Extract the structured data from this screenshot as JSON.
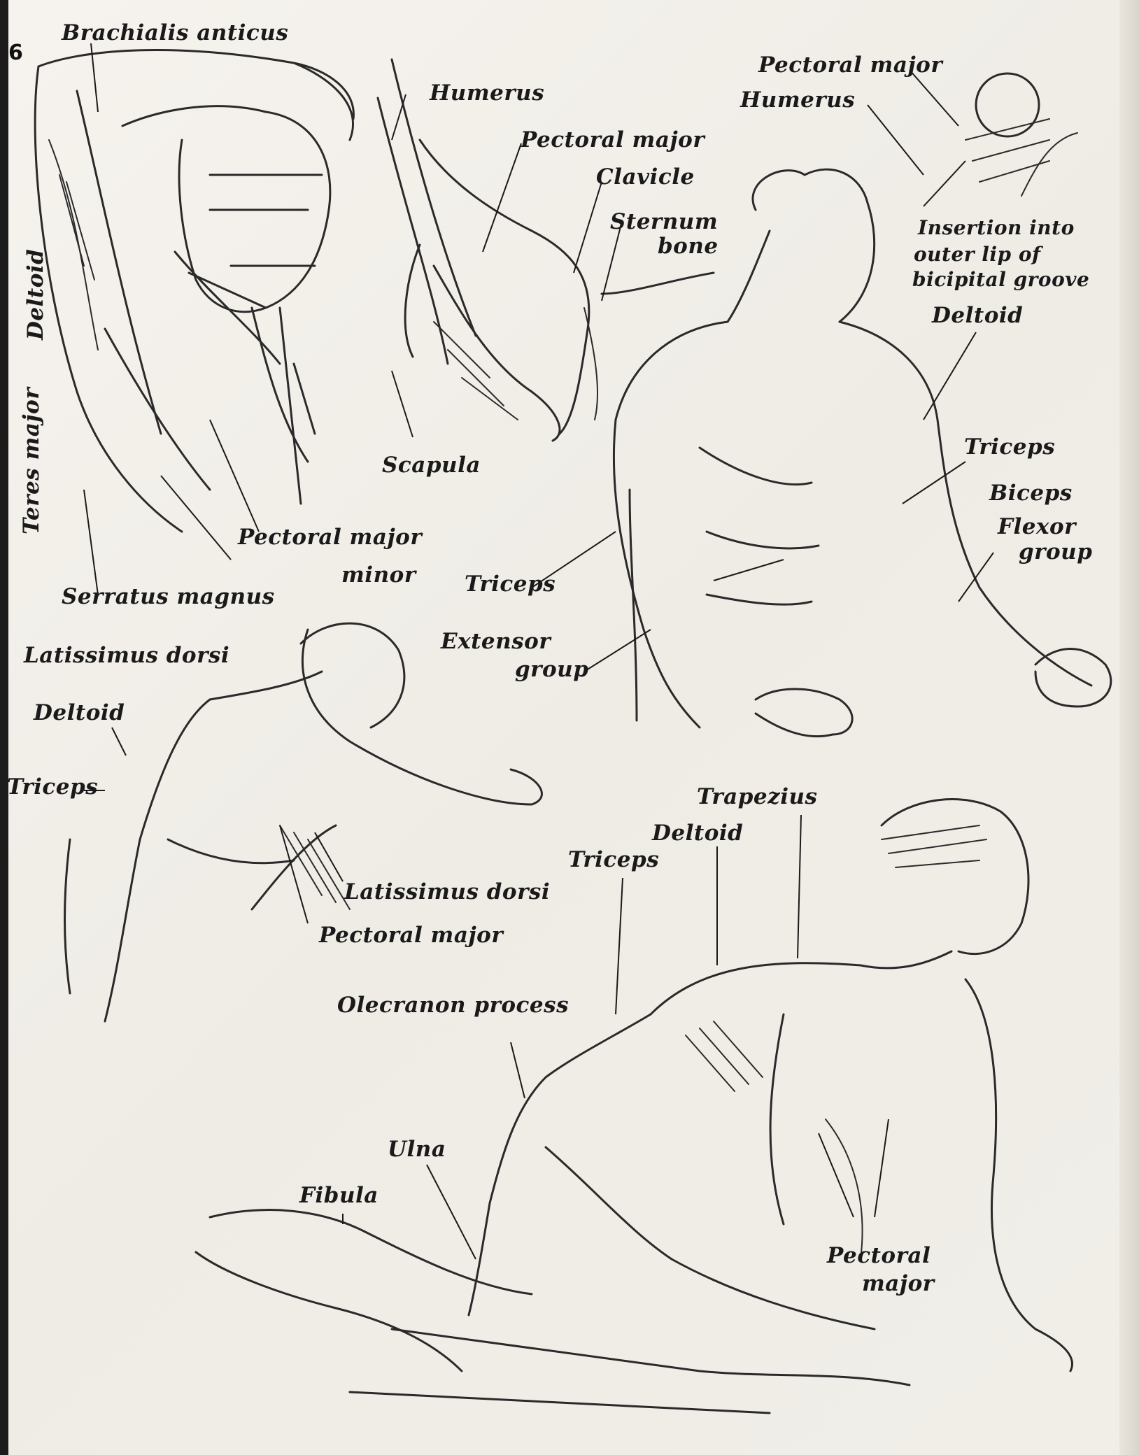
{
  "page": {
    "number": "6"
  },
  "labels": {
    "brachialis_anticus": "Brachialis anticus",
    "humerus_a": "Humerus",
    "humerus_b": "Humerus",
    "pectoral_major_a": "Pectoral major",
    "pectoral_major_b": "Pectoral major",
    "clavicle": "Clavicle",
    "sternum": "Sternum",
    "bone": "bone",
    "scapula": "Scapula",
    "insertion_1": "Insertion into",
    "insertion_2": "outer lip of",
    "insertion_3": "bicipital groove",
    "deltoid_a": "Deltoid",
    "deltoid_b": "Deltoid",
    "deltoid_c": "Deltoid",
    "deltoid_d": "Deltoid",
    "teres_major": "Teres major",
    "triceps_a": "Triceps",
    "triceps_b": "Triceps",
    "triceps_c": "Triceps",
    "triceps_d": "Triceps",
    "biceps": "Biceps",
    "flexor": "Flexor",
    "group_a": "group",
    "group_b": "group",
    "extensor": "Extensor",
    "pectoral_major_c": "Pectoral major",
    "minor": "minor",
    "serratus_magnus": "Serratus magnus",
    "latissimus_dorsi_a": "Latissimus dorsi",
    "latissimus_dorsi_b": "Latissimus dorsi",
    "pectoral_major_d": "Pectoral major",
    "trapezius": "Trapezius",
    "olecranon_process": "Olecranon process",
    "ulna": "Ulna",
    "fibula": "Fibula",
    "pectoral_major_e": "Pectoral",
    "major": "major"
  }
}
